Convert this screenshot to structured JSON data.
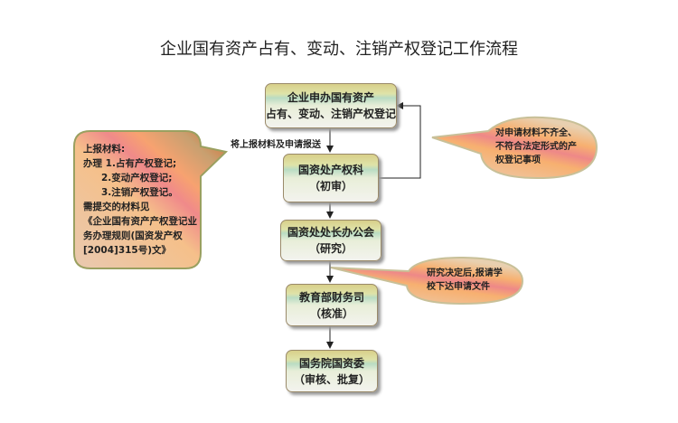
{
  "title": "企业国有资产占有、变动、注销产权登记工作流程",
  "steps": [
    {
      "line1": "企业申办国有资产",
      "line2": "占有、变动、注销产权登记"
    },
    {
      "line1": "国资处产权科",
      "line2": "（初审）"
    },
    {
      "line1": "国资处处长办公会",
      "line2": "（研究）"
    },
    {
      "line1": "教育部财务司",
      "line2": "（核准）"
    },
    {
      "line1": "国务院国资委",
      "line2": "（审核、批复）"
    }
  ],
  "submit_label": "将上报材料及申请报送",
  "left_note": [
    "上报材料:",
    "办理 1.占有产权登记;",
    "2.变动产权登记;",
    "3.注销产权登记。",
    "需提交的材料见",
    "《企业国有资产产权登记业",
    "务办理规则(国资发产权",
    "[2004]315号)文》"
  ],
  "note_reject": [
    "对申请材料不齐全、",
    "不符合法定形式的产",
    "权登记事项"
  ],
  "note_research": [
    "研究决定后,报请学",
    "校下达申请文件"
  ]
}
